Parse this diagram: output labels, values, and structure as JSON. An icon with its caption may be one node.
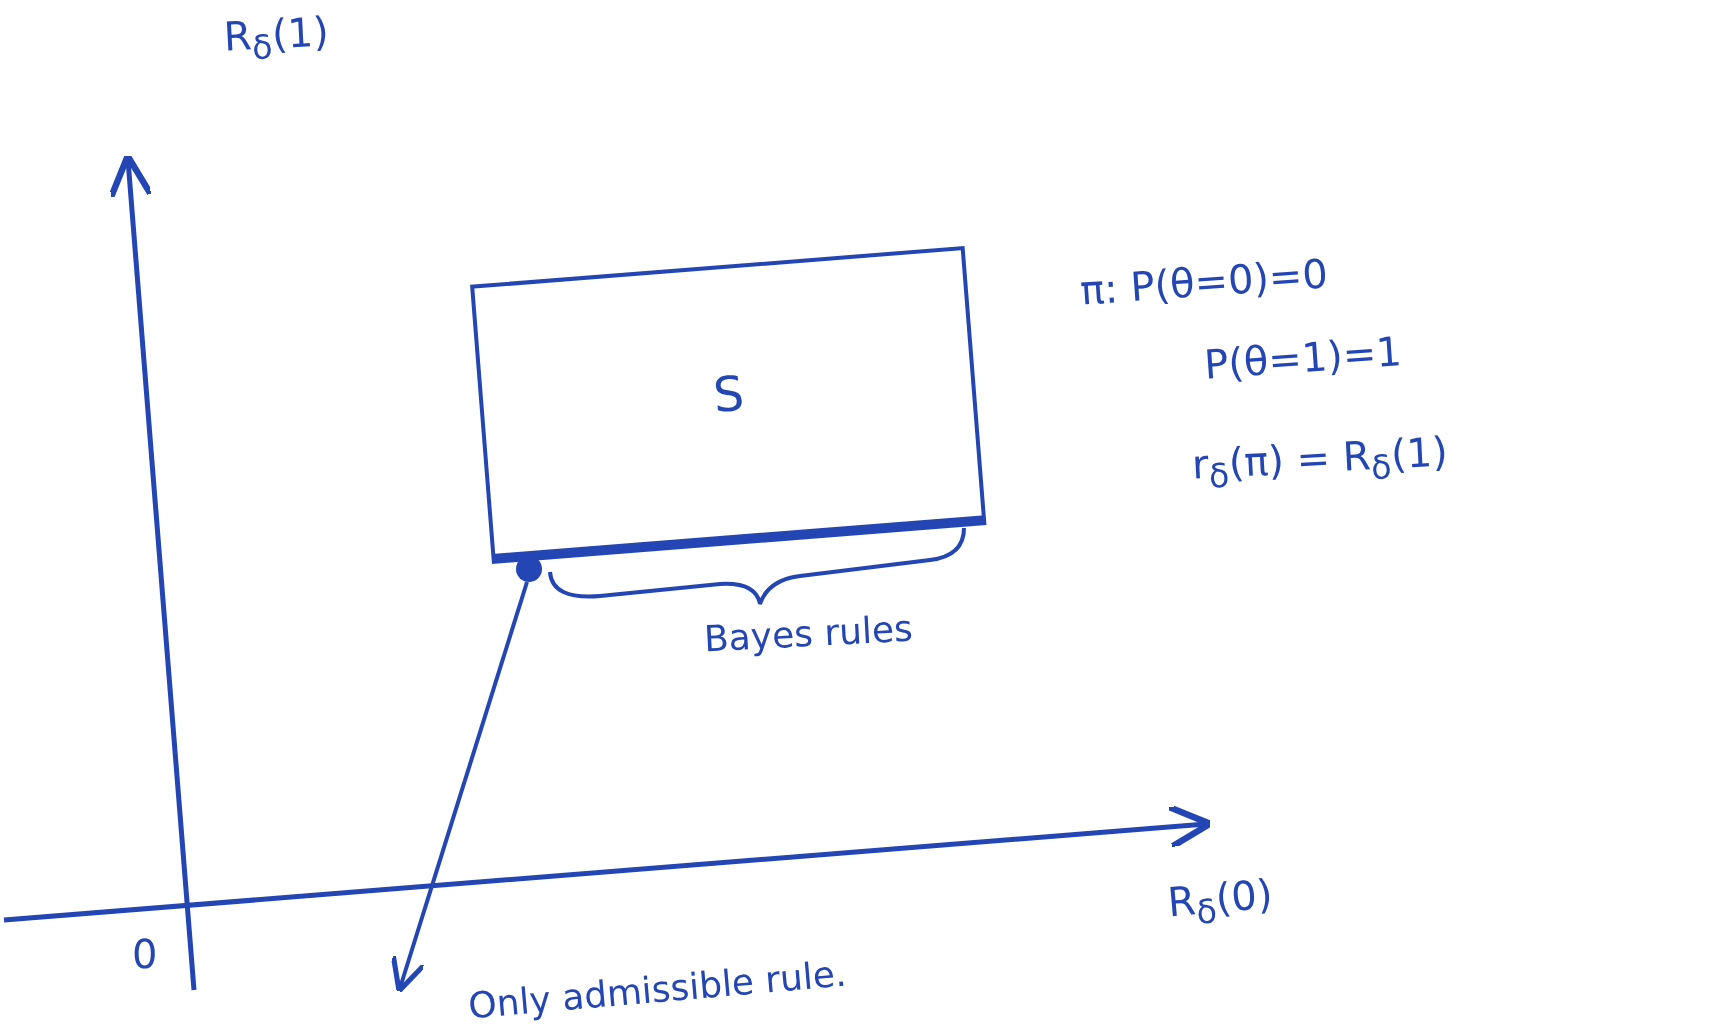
{
  "diagram": {
    "nodes": [
      {
        "text": [
          "S"
        ]
      },
      {
        "text": [],
        "shape": "circle"
      },
      {
        "text": [
          "Only admissible rule."
        ]
      }
    ],
    "edges": [
      {
        "from": 1,
        "to": 2,
        "arrow": "to"
      }
    ],
    "labels": [
      "R$_{δ}$(1)",
      "π: P(θ=0)=0",
      "P(θ=1)=1",
      "r$_{δ}$(π) = R$_{δ}$(1)",
      "Bayes rules",
      "0",
      "R$_{δ}$(0)"
    ]
  }
}
